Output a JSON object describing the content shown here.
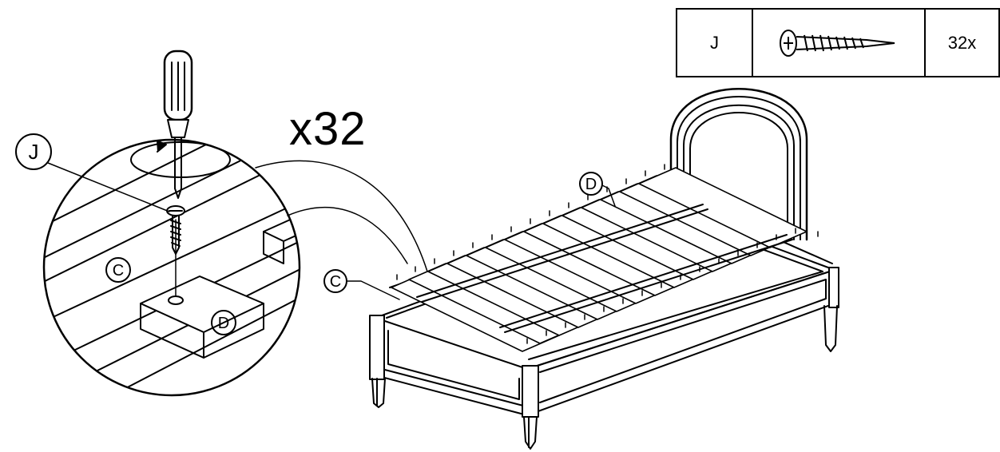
{
  "parts_table": {
    "part_letter": "J",
    "quantity": "32x",
    "part_icon": "screw-icon"
  },
  "step": {
    "count": "x32"
  },
  "callouts": {
    "screw": "J",
    "rail_detail": "C",
    "slat_detail": "D",
    "rail_bed": "C",
    "slat_bed": "D"
  },
  "colors": {
    "line": "#000000",
    "background": "#ffffff"
  }
}
